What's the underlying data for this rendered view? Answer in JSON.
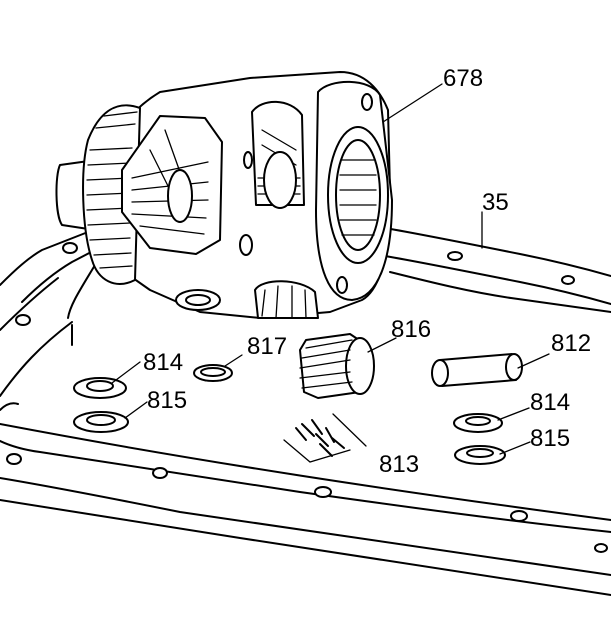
{
  "callouts": {
    "c678": "678",
    "c35": "35",
    "c816": "816",
    "c817": "817",
    "c812": "812",
    "c814_left": "814",
    "c815_left": "815",
    "c813": "813",
    "c814_right": "814",
    "c815_right": "815"
  }
}
